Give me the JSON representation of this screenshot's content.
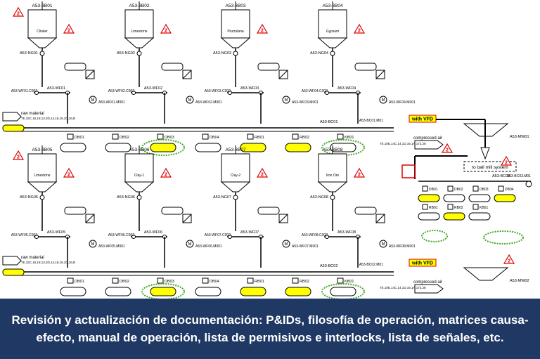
{
  "caption": "Revisión y actualización de documentación: P&IDs, filosofía de operación, matrices causa-efecto, manual de operación, lista de permisivos e interlocks, lista de señales, etc.",
  "revision_tag": "2",
  "raw_material": {
    "label": "raw material",
    "line": "7E,15C,15,18,13,3D,14,18,15,1D,16,B"
  },
  "compressed_air": {
    "label": "compressed air",
    "line": "7E,10E,14C,14,1D,16,1A,172,28"
  },
  "vfd_label": "with VFD",
  "ball_mill_label": "to ball mill system",
  "rows": [
    {
      "conveyor": "A53-BC01",
      "drive": "A53-BC01.M01",
      "mill": "A53-MW01",
      "silos": [
        {
          "tag": "A53-3B01",
          "material": "Clinker",
          "gate": "A53-NG01",
          "feeder": "A53-WF01",
          "motor": "A53-WF01.M001",
          "valve": "A53-WF01.C002"
        },
        {
          "tag": "A53-3B02",
          "material": "Limestone",
          "gate": "A53-NG02",
          "feeder": "A53-WF02",
          "motor": "A53-WF02.M001",
          "valve": "A53-WF02.C002"
        },
        {
          "tag": "A53-3B03",
          "material": "Pozzulana",
          "gate": "A53-NG03",
          "feeder": "A53-WF03",
          "motor": "A53-WF03.M001",
          "valve": "A53-WF03.C002"
        },
        {
          "tag": "A53-3B04",
          "material": "Gypsum",
          "gate": "A53-NG04",
          "feeder": "A53-WF04",
          "motor": "A53-WF04.M001",
          "valve": "A53-WF04.C002"
        }
      ],
      "sensors": [
        "DB01",
        "DB02",
        "DB03",
        "DB04",
        "RB01",
        "RB02",
        "KB01"
      ]
    },
    {
      "conveyor": "A53-BC02",
      "drive": "A53-BC02.M01",
      "mill": "A53-MW02",
      "silos": [
        {
          "tag": "A53-3B05",
          "material": "Limestone",
          "gate": "A53-NG05",
          "feeder": "A53-WF05",
          "motor": "A53-WF05.M001",
          "valve": "A53-WF05.C002"
        },
        {
          "tag": "A53-3B06",
          "material": "Clay-1",
          "gate": "A53-NG06",
          "feeder": "A53-WF06",
          "motor": "A53-WF06.M001",
          "valve": "A53-WF06.C002"
        },
        {
          "tag": "A53-3B07",
          "material": "Clay-2",
          "gate": "A53-NG07",
          "feeder": "A53-WF07",
          "motor": "A53-WF07.M001",
          "valve": "A53-WF07.C002"
        },
        {
          "tag": "A53-3B08",
          "material": "Iron Ore",
          "gate": "A53-NG08",
          "feeder": "A53-WF08",
          "motor": "A53-WF08.M001",
          "valve": "A53-WF08.C002"
        }
      ],
      "sensors": [
        "DB01",
        "DB02",
        "DB03",
        "DB04",
        "RB01",
        "RB02",
        "KB01"
      ]
    }
  ],
  "bc03": {
    "conveyor": "A53-BC03",
    "drive": "A53-BC03.M01",
    "sensors": [
      "DB01",
      "DB02",
      "DB03",
      "DB04",
      "RB01",
      "RB02",
      "KB01"
    ]
  }
}
